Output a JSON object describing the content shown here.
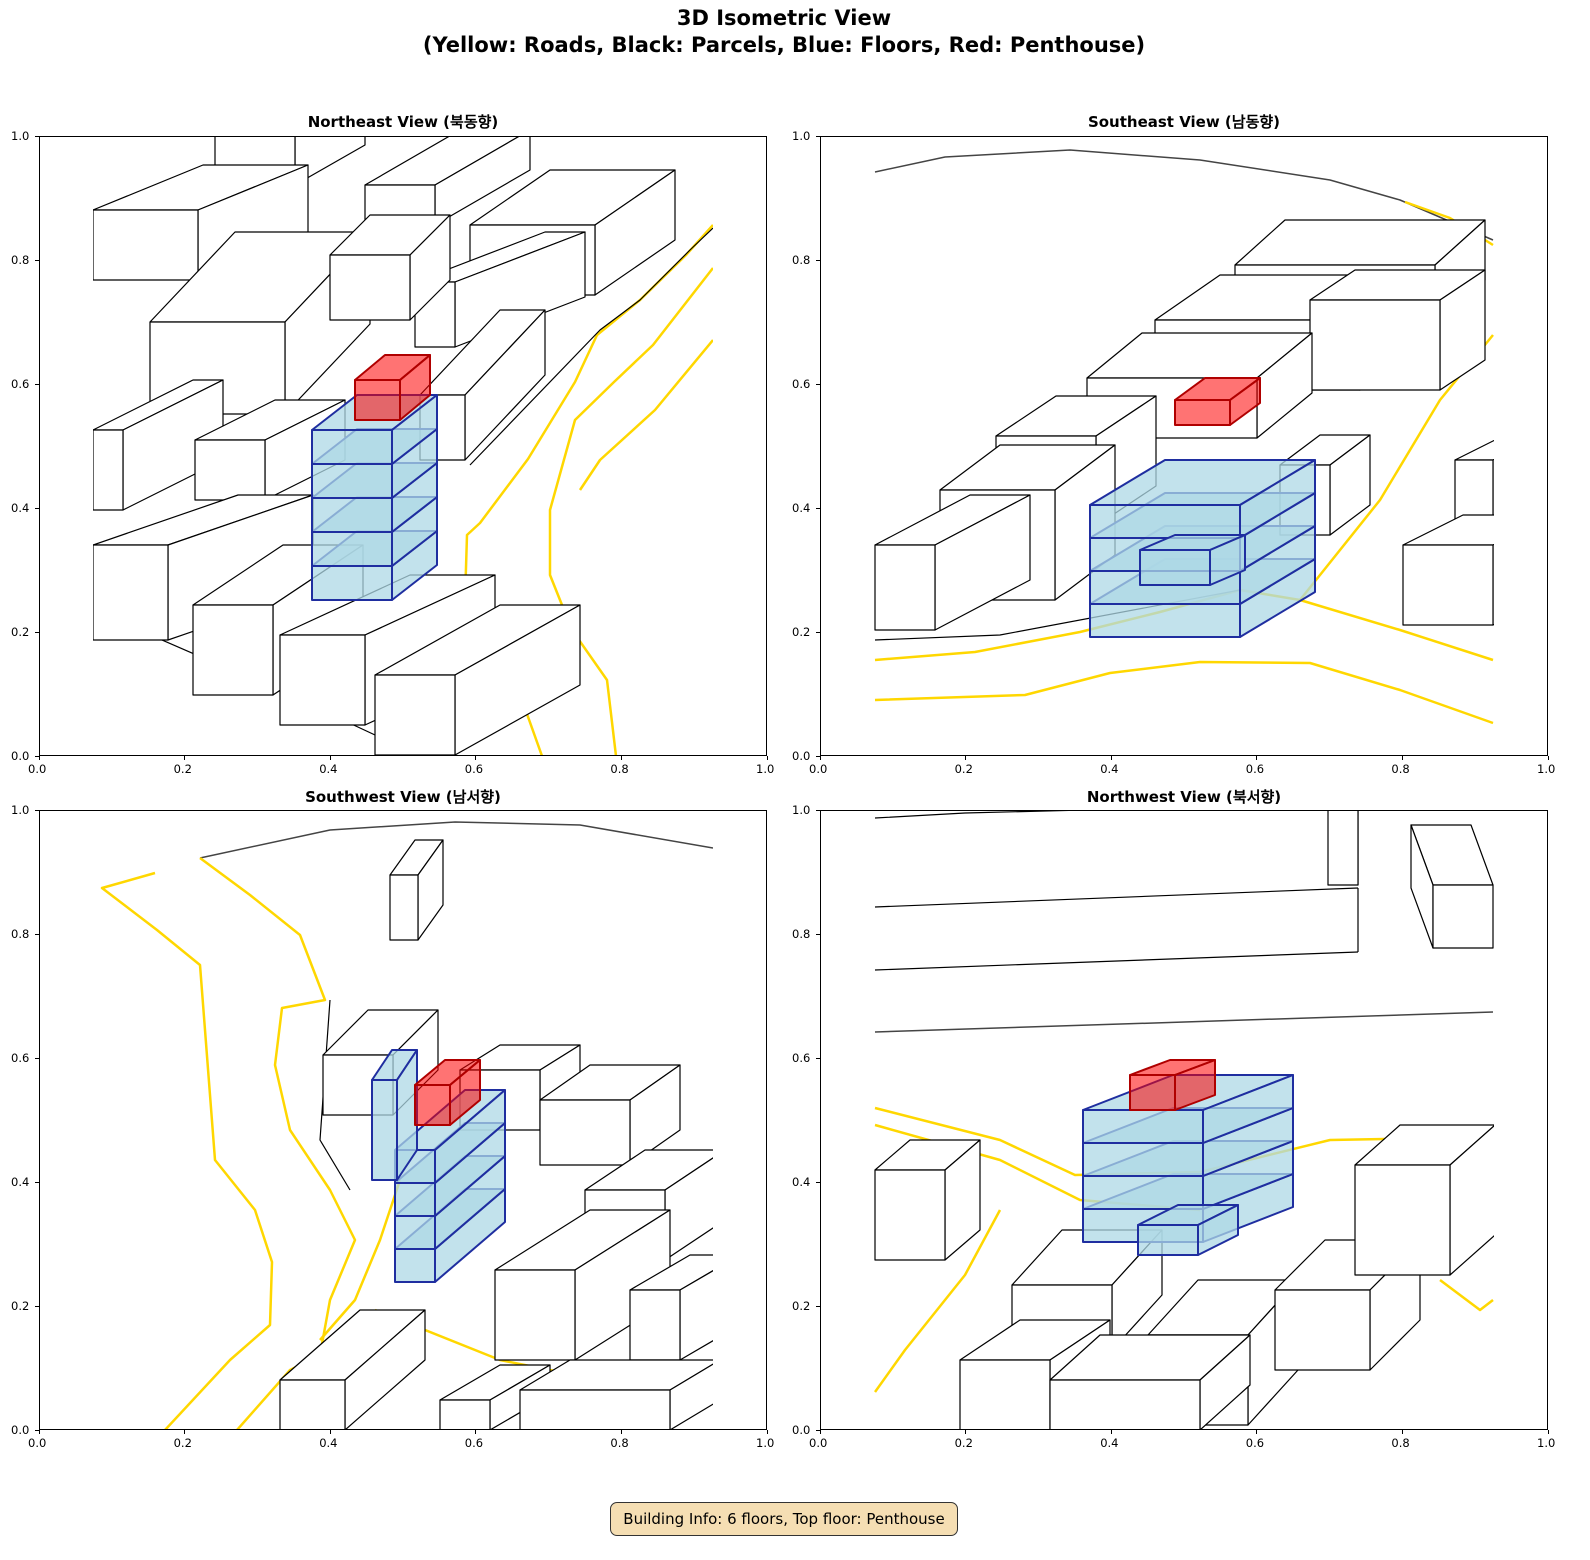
{
  "figure": {
    "title_line1": "3D Isometric View",
    "title_line2": "(Yellow: Roads, Black: Parcels, Blue: Floors, Red: Penthouse)",
    "footer": "Building Info: 6 floors, Top floor: Penthouse"
  },
  "ticks": [
    "0.0",
    "0.2",
    "0.4",
    "0.6",
    "0.8",
    "1.0"
  ],
  "panels": [
    {
      "title": "Northeast View (북동향)"
    },
    {
      "title": "Southeast View (남동향)"
    },
    {
      "title": "Southwest View (남서향)"
    },
    {
      "title": "Northwest View (북서향)"
    }
  ],
  "colors": {
    "road": "#ffd700",
    "parcel": "#000000",
    "floor_fill": "#add8e6",
    "floor_edge": "#1f2ea0",
    "penthouse": "#ff0000",
    "footer_bg": "#f5deb3"
  }
}
